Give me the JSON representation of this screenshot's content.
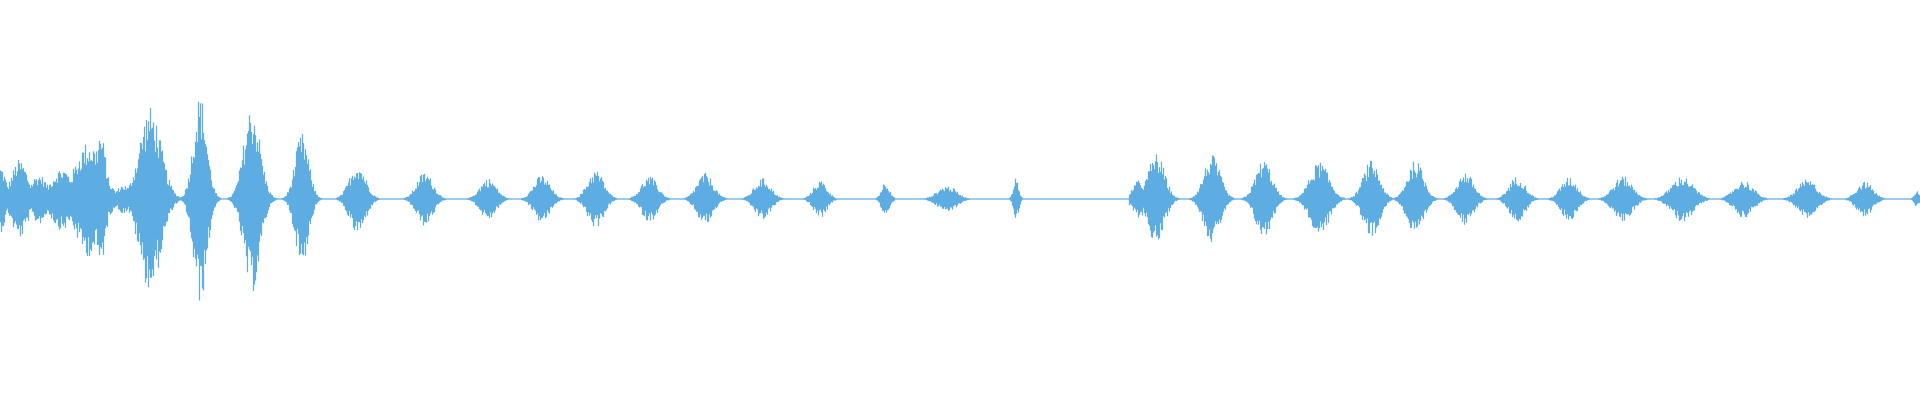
{
  "waveform": {
    "color": "#5dade2",
    "background": "#ffffff",
    "silence_ranges": [
      [
        0.584,
        0.588
      ]
    ],
    "bursts": [
      {
        "t": 0.0,
        "amp": 0.32,
        "w": 0.004
      },
      {
        "t": 0.01,
        "amp": 0.38,
        "w": 0.006
      },
      {
        "t": 0.02,
        "amp": 0.24,
        "w": 0.006
      },
      {
        "t": 0.032,
        "amp": 0.3,
        "w": 0.008
      },
      {
        "t": 0.046,
        "amp": 0.55,
        "w": 0.01
      },
      {
        "t": 0.052,
        "amp": 0.65,
        "w": 0.004
      },
      {
        "t": 0.064,
        "amp": 0.14,
        "w": 0.005
      },
      {
        "t": 0.078,
        "amp": 0.88,
        "w": 0.008
      },
      {
        "t": 0.104,
        "amp": 1.0,
        "w": 0.005
      },
      {
        "t": 0.131,
        "amp": 0.9,
        "w": 0.006
      },
      {
        "t": 0.157,
        "amp": 0.63,
        "w": 0.005
      },
      {
        "t": 0.186,
        "amp": 0.34,
        "w": 0.006
      },
      {
        "t": 0.221,
        "amp": 0.26,
        "w": 0.006
      },
      {
        "t": 0.254,
        "amp": 0.2,
        "w": 0.006
      },
      {
        "t": 0.282,
        "amp": 0.23,
        "w": 0.006
      },
      {
        "t": 0.31,
        "amp": 0.28,
        "w": 0.006
      },
      {
        "t": 0.338,
        "amp": 0.22,
        "w": 0.006
      },
      {
        "t": 0.367,
        "amp": 0.25,
        "w": 0.006
      },
      {
        "t": 0.397,
        "amp": 0.2,
        "w": 0.006
      },
      {
        "t": 0.427,
        "amp": 0.18,
        "w": 0.005
      },
      {
        "t": 0.461,
        "amp": 0.17,
        "w": 0.003
      },
      {
        "t": 0.493,
        "amp": 0.13,
        "w": 0.007
      },
      {
        "t": 0.529,
        "amp": 0.2,
        "w": 0.002
      },
      {
        "t": 0.593,
        "amp": 0.18,
        "w": 0.005
      },
      {
        "t": 0.602,
        "amp": 0.44,
        "w": 0.006
      },
      {
        "t": 0.631,
        "amp": 0.42,
        "w": 0.006
      },
      {
        "t": 0.658,
        "amp": 0.38,
        "w": 0.006
      },
      {
        "t": 0.687,
        "amp": 0.36,
        "w": 0.007
      },
      {
        "t": 0.714,
        "amp": 0.37,
        "w": 0.006
      },
      {
        "t": 0.737,
        "amp": 0.37,
        "w": 0.006
      },
      {
        "t": 0.763,
        "amp": 0.26,
        "w": 0.006
      },
      {
        "t": 0.79,
        "amp": 0.22,
        "w": 0.006
      },
      {
        "t": 0.817,
        "amp": 0.21,
        "w": 0.006
      },
      {
        "t": 0.845,
        "amp": 0.22,
        "w": 0.007
      },
      {
        "t": 0.876,
        "amp": 0.22,
        "w": 0.008
      },
      {
        "t": 0.908,
        "amp": 0.18,
        "w": 0.007
      },
      {
        "t": 0.941,
        "amp": 0.19,
        "w": 0.007
      },
      {
        "t": 0.971,
        "amp": 0.17,
        "w": 0.006
      },
      {
        "t": 0.998,
        "amp": 0.08,
        "w": 0.002
      }
    ]
  }
}
